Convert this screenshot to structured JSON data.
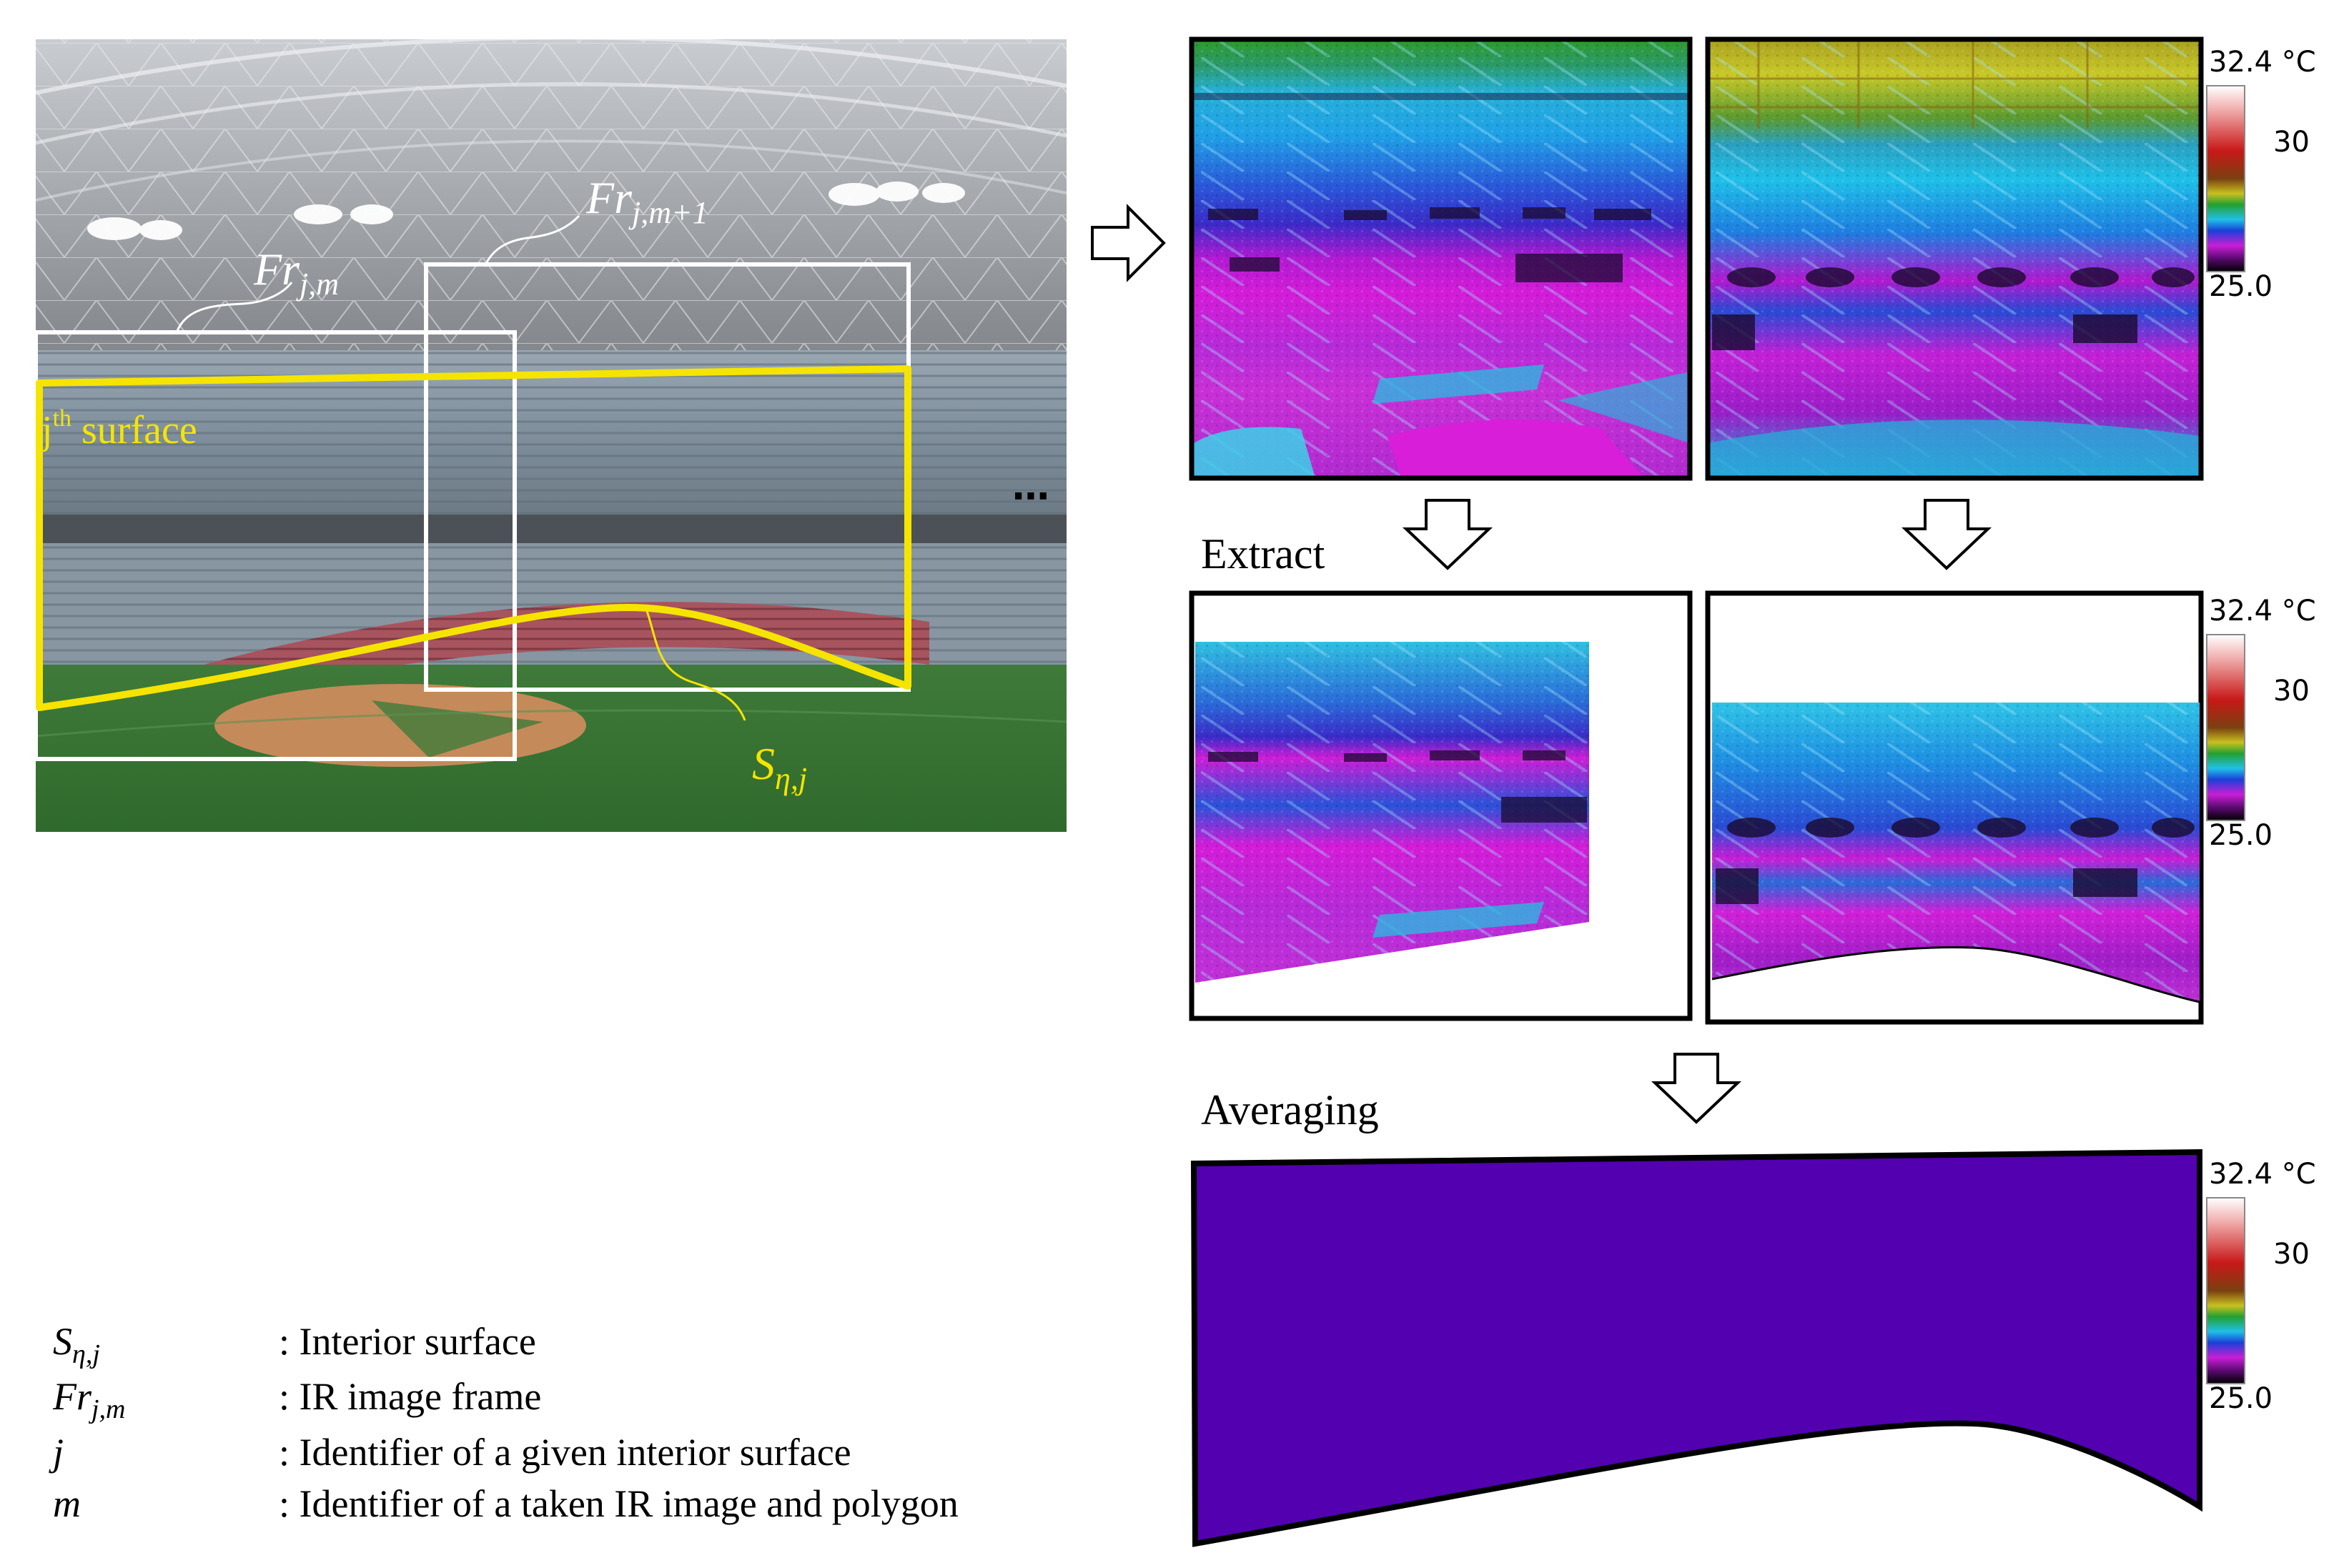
{
  "photo": {
    "labels": {
      "frame_m": "Fr",
      "frame_m_sub": "j,m",
      "frame_m1": "Fr",
      "frame_m1_sub": "j,m+1",
      "surface_sup": "th",
      "surface_pre": "j",
      "surface_post": " surface",
      "s_eta": "S",
      "s_eta_sub": "η,j",
      "ellipsis": "⋯"
    },
    "colors": {
      "surface": "#f5e400",
      "frame": "#ffffff"
    }
  },
  "steps": {
    "extract": "Extract",
    "averaging": "Averaging"
  },
  "colorbars": [
    {
      "max": "32.4 °C",
      "mid": "30",
      "min": "25.0"
    },
    {
      "max": "32.4 °C",
      "mid": "30",
      "min": "25.0"
    },
    {
      "max": "32.4 °C",
      "mid": "30",
      "min": "25.0"
    }
  ],
  "averaged_color": "#5200b0",
  "legend": [
    {
      "sym": "S",
      "sub": "η,j",
      "desc": ": Interior surface"
    },
    {
      "sym": "Fr",
      "sub": "j,m",
      "desc": ": IR image frame"
    },
    {
      "sym": "j",
      "sub": "",
      "desc": ": Identifier of a given interior surface"
    },
    {
      "sym": "m",
      "sub": "",
      "desc": ": Identifier of a taken IR image and polygon"
    }
  ]
}
